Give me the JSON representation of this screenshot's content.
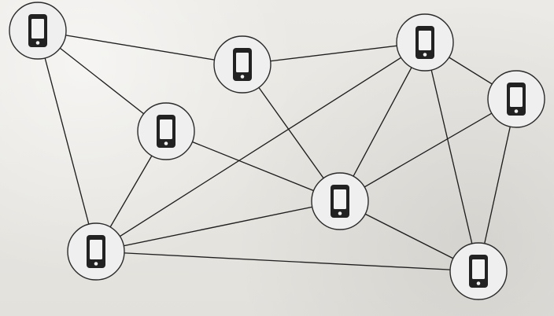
{
  "diagram": {
    "type": "network",
    "node_icon": "smartphone-icon",
    "colors": {
      "paper": "#e9e9e7",
      "ink": "#1f1f1f",
      "node_fill": "#efefef"
    },
    "nodes": [
      {
        "id": "n1"
      },
      {
        "id": "n2"
      },
      {
        "id": "n3"
      },
      {
        "id": "n4"
      },
      {
        "id": "n5"
      },
      {
        "id": "n6"
      },
      {
        "id": "n7"
      },
      {
        "id": "n8"
      }
    ],
    "edges": [
      [
        "n1",
        "n2"
      ],
      [
        "n1",
        "n3"
      ],
      [
        "n1",
        "n7"
      ],
      [
        "n2",
        "n4"
      ],
      [
        "n2",
        "n6"
      ],
      [
        "n3",
        "n6"
      ],
      [
        "n3",
        "n7"
      ],
      [
        "n4",
        "n6"
      ],
      [
        "n4",
        "n5"
      ],
      [
        "n4",
        "n7"
      ],
      [
        "n4",
        "n8"
      ],
      [
        "n5",
        "n6"
      ],
      [
        "n5",
        "n8"
      ],
      [
        "n6",
        "n7"
      ],
      [
        "n6",
        "n8"
      ],
      [
        "n7",
        "n8"
      ],
      [
        "n7",
        "n4"
      ]
    ]
  }
}
